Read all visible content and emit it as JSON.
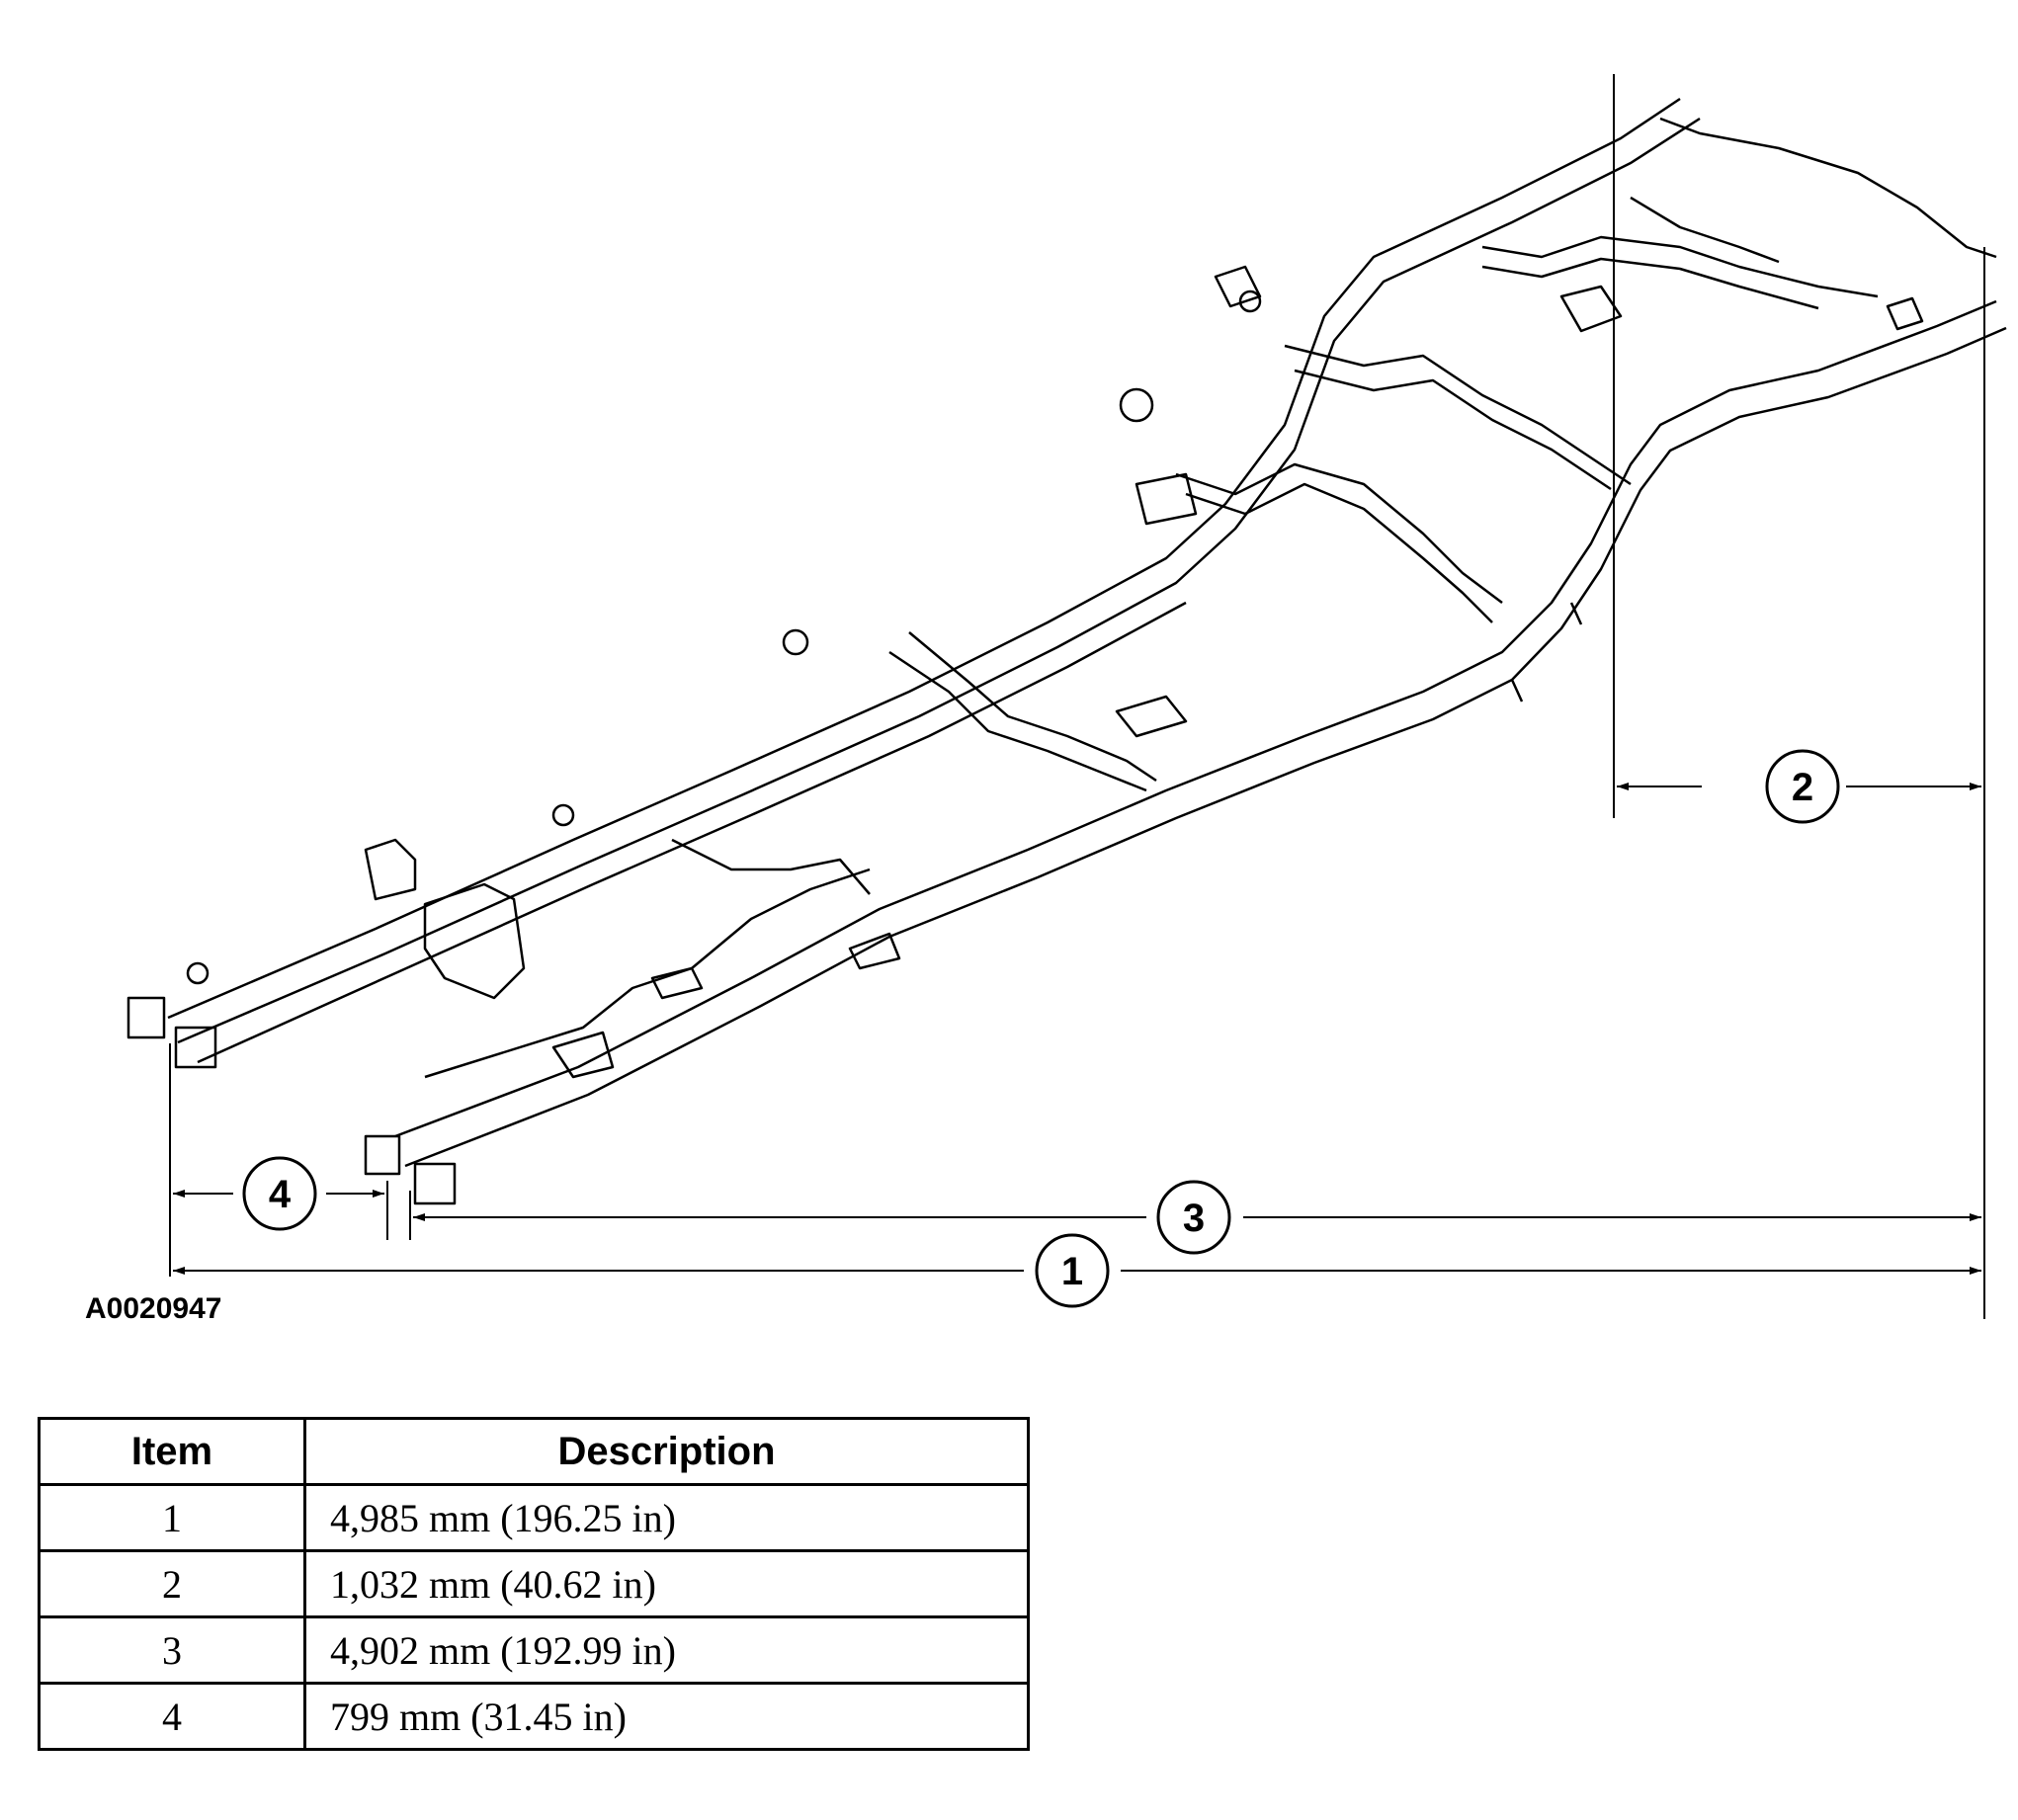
{
  "figure": {
    "code": "A0020947",
    "callouts": [
      {
        "id": "1",
        "label": "1"
      },
      {
        "id": "2",
        "label": "2"
      },
      {
        "id": "3",
        "label": "3"
      },
      {
        "id": "4",
        "label": "4"
      }
    ]
  },
  "table": {
    "headers": {
      "item": "Item",
      "description": "Description"
    },
    "rows": [
      {
        "item": "1",
        "description": "4,985 mm (196.25 in)"
      },
      {
        "item": "2",
        "description": "1,032 mm (40.62 in)"
      },
      {
        "item": "3",
        "description": "4,902 mm (192.99 in)"
      },
      {
        "item": "4",
        "description": "799 mm (31.45 in)"
      }
    ]
  }
}
